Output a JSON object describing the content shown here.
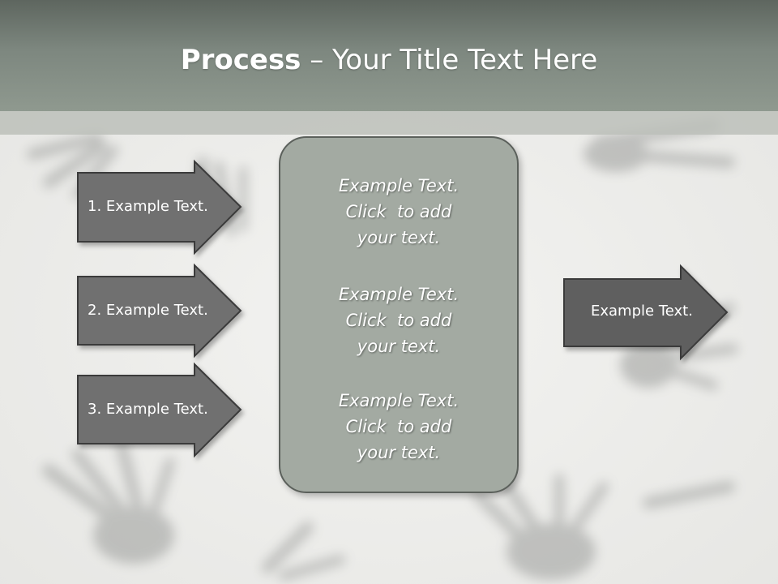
{
  "slide": {
    "title_bold": "Process",
    "title_rest": " – Your Title Text Here"
  },
  "inputs": [
    {
      "label": "1. Example Text."
    },
    {
      "label": "2. Example Text."
    },
    {
      "label": "3. Example Text."
    }
  ],
  "center": {
    "blocks": [
      {
        "line1": "Example Text.",
        "line2": "Click  to add",
        "line3": "your text."
      },
      {
        "line1": "Example Text.",
        "line2": "Click  to add",
        "line3": "your text."
      },
      {
        "line1": "Example Text.",
        "line2": "Click  to add",
        "line3": "your text."
      }
    ]
  },
  "output": {
    "label": "Example Text."
  },
  "colors": {
    "title_band": "#7d877f",
    "arrow_fill": "#6f6f6f",
    "output_arrow_fill": "#5f5f5f",
    "center_fill": "#a3aaa2"
  }
}
